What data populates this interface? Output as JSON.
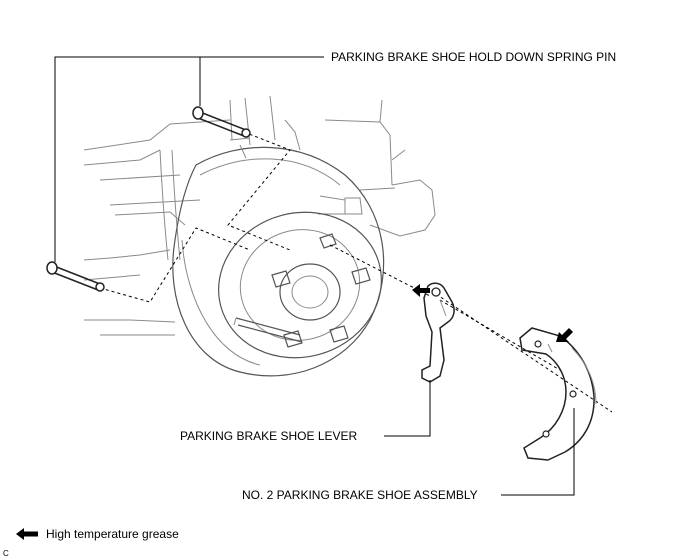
{
  "labels": {
    "hold_down_pin": "PARKING BRAKE SHOE HOLD DOWN SPRING PIN",
    "shoe_lever": "PARKING BRAKE SHOE LEVER",
    "shoe_assembly": "NO. 2 PARKING BRAKE SHOE ASSEMBLY"
  },
  "legend": {
    "arrow_icon": "filled-arrow-left-icon",
    "text": "High temperature grease"
  },
  "corner_code": "C"
}
